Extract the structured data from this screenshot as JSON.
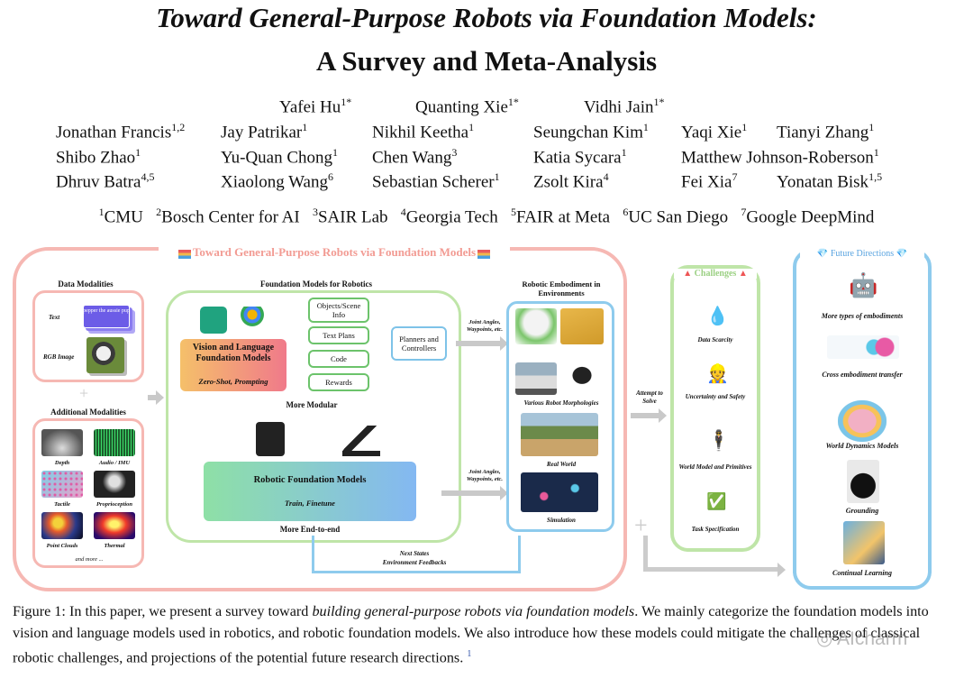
{
  "title": {
    "line1": "Toward General-Purpose Robots via Foundation Models:",
    "line2": "A Survey and Meta-Analysis"
  },
  "authors": [
    {
      "name": "Yafei Hu",
      "sup": "1*"
    },
    {
      "name": "Quanting Xie",
      "sup": "1*"
    },
    {
      "name": "Vidhi Jain",
      "sup": "1*"
    },
    {
      "name": "Jonathan Francis",
      "sup": "1,2"
    },
    {
      "name": "Jay Patrikar",
      "sup": "1"
    },
    {
      "name": "Nikhil Keetha",
      "sup": "1"
    },
    {
      "name": "Seungchan Kim",
      "sup": "1"
    },
    {
      "name": "Yaqi Xie",
      "sup": "1"
    },
    {
      "name": "Tianyi Zhang",
      "sup": "1"
    },
    {
      "name": "Shibo Zhao",
      "sup": "1"
    },
    {
      "name": "Yu-Quan Chong",
      "sup": "1"
    },
    {
      "name": "Chen Wang",
      "sup": "3"
    },
    {
      "name": "Katia Sycara",
      "sup": "1"
    },
    {
      "name": "Matthew Johnson-Roberson",
      "sup": "1"
    },
    {
      "name": "Dhruv Batra",
      "sup": "4,5"
    },
    {
      "name": "Xiaolong Wang",
      "sup": "6"
    },
    {
      "name": "Sebastian Scherer",
      "sup": "1"
    },
    {
      "name": "Zsolt Kira",
      "sup": "4"
    },
    {
      "name": "Fei Xia",
      "sup": "7"
    },
    {
      "name": "Yonatan Bisk",
      "sup": "1,5"
    }
  ],
  "affiliations": [
    {
      "sup": "1",
      "name": "CMU"
    },
    {
      "sup": "2",
      "name": "Bosch Center for AI"
    },
    {
      "sup": "3",
      "name": "SAIR Lab"
    },
    {
      "sup": "4",
      "name": "Georgia Tech"
    },
    {
      "sup": "5",
      "name": "FAIR at Meta"
    },
    {
      "sup": "6",
      "name": "UC San Diego"
    },
    {
      "sup": "7",
      "name": "Google DeepMind"
    }
  ],
  "figure": {
    "banner": "Toward General-Purpose Robots via Foundation Models",
    "data_modalities": {
      "title": "Data Modalities",
      "text_label": "Text",
      "text_card": "pepper the aussie pup",
      "rgb_label": "RGB Image"
    },
    "plus": "+",
    "additional_modalities": {
      "title": "Additional Modalities",
      "items": [
        "Depth",
        "Audio / IMU",
        "Tactile",
        "Proprioception",
        "Point Clouds",
        "Thermal"
      ],
      "more": "and more ..."
    },
    "foundation_models": {
      "title": "Foundation Models for Robotics",
      "vlm_title": "Vision and Language Foundation Models",
      "vlm_sub": "Zero-Shot, Prompting",
      "chips": [
        "Objects/Scene Info",
        "Text Plans",
        "Code",
        "Rewards"
      ],
      "planners": "Planners and Controllers",
      "more_modular": "More Modular",
      "rfm_title": "Robotic Foundation Models",
      "rfm_sub": "Train, Finetune",
      "more_e2e": "More End-to-end"
    },
    "arrows": {
      "joint1": "Joint Angles, Waypoints, etc.",
      "joint2": "Joint Angles, Waypoints, etc.",
      "next_states": "Next States",
      "env_feedback": "Environment Feedbacks",
      "attempt": "Attempt to Solve"
    },
    "embodiment": {
      "title": "Robotic Embodiment in Environments",
      "morph": "Various Robot Morphologies",
      "real": "Real World",
      "sim": "Simulation"
    },
    "challenges": {
      "title": "Challenges",
      "items": [
        "Data Scarcity",
        "Uncertainty and Safety",
        "World Model and Primitives",
        "Task Specification"
      ]
    },
    "future": {
      "title": "Future Directions",
      "items": [
        "More types of embodiments",
        "Cross embodiment transfer",
        "World Dynamics Models",
        "Grounding",
        "Continual Learning"
      ]
    }
  },
  "caption": {
    "prefix": "Figure 1:  In this paper, we present a survey toward ",
    "italic": "building general-purpose robots via foundation models",
    "rest": ".  We mainly categorize the foundation models into vision and language models used in robotics, and robotic foundation models. We also introduce how these models could mitigate the challenges of classical robotic challenges, and projections of the potential future research directions.",
    "footnote": "1"
  },
  "watermark": "AIcharm"
}
